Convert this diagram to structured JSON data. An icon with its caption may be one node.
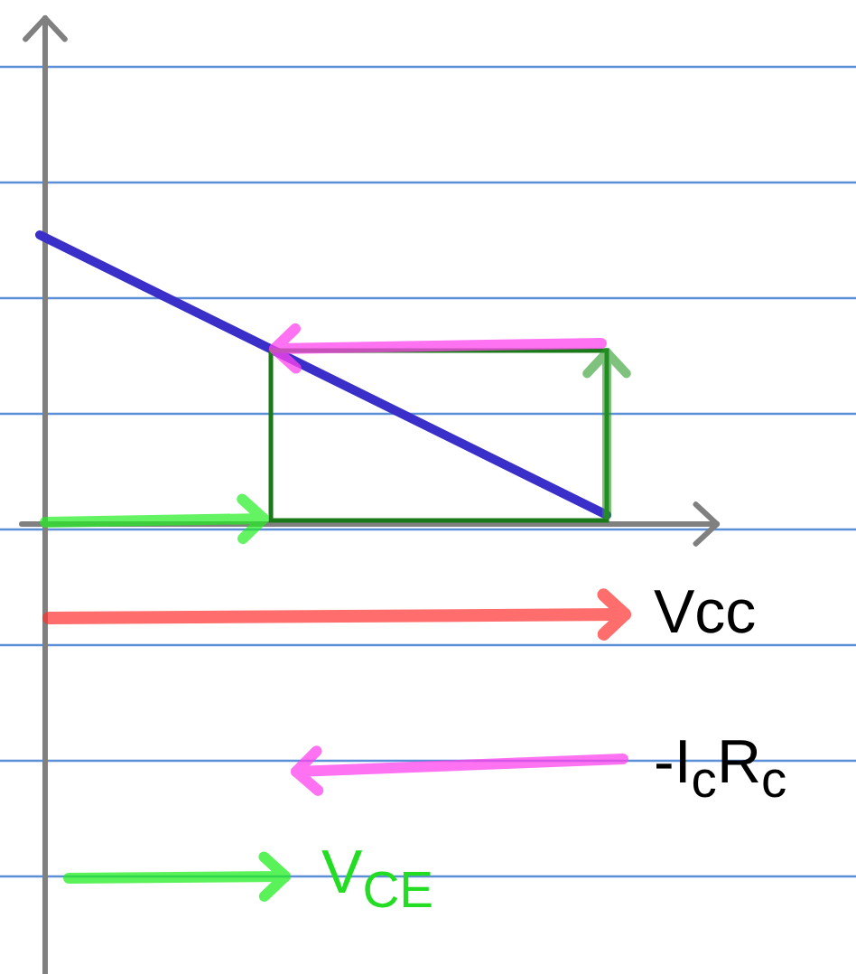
{
  "diagram": {
    "labels": [
      "Vcc",
      "-I$_{c}$R$_{c}$",
      "V$_{CE}$"
    ]
  }
}
